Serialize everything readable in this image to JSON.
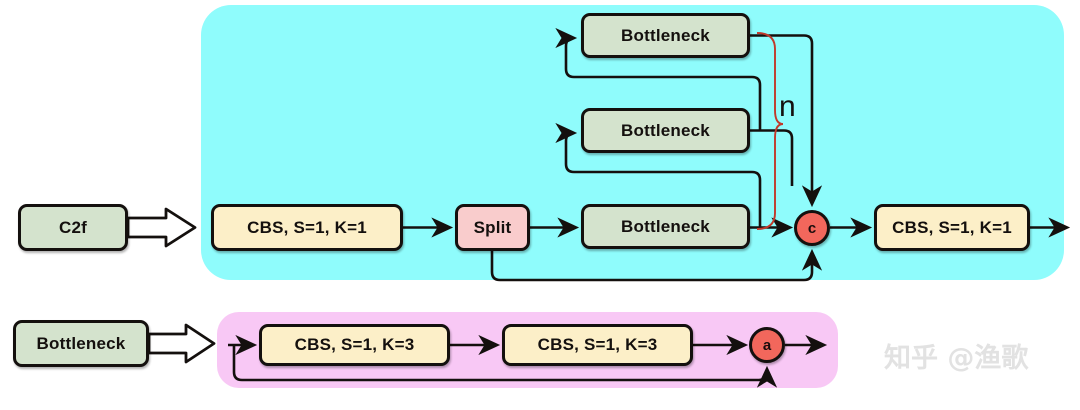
{
  "title": "C2f and Bottleneck module block diagram",
  "colors": {
    "panel_c2f": "#8ffcfc",
    "panel_bottleneck": "#f8c8f5",
    "node_green": "#d4e3cd",
    "node_yellow": "#fcefc8",
    "node_rose": "#f9cccc",
    "operator_red": "#f2675c",
    "stroke": "#14100e",
    "brace_red": "#c0392b",
    "watermark": "#e2e2e2"
  },
  "c2f_block": {
    "source_label": "C2f",
    "input_conv": "CBS, S=1, K=1",
    "split": "Split",
    "bottlenecks": [
      {
        "label": "Bottleneck"
      },
      {
        "label": "Bottleneck"
      },
      {
        "label": "Bottleneck"
      }
    ],
    "repeat_label": "n",
    "concat_op": "c",
    "output_conv": "CBS, S=1, K=1"
  },
  "bottleneck_block": {
    "source_label": "Bottleneck",
    "conv1": "CBS, S=1, K=3",
    "conv2": "CBS, S=1, K=3",
    "add_op": "a"
  },
  "watermark": {
    "text": "知乎 @渔歌"
  }
}
